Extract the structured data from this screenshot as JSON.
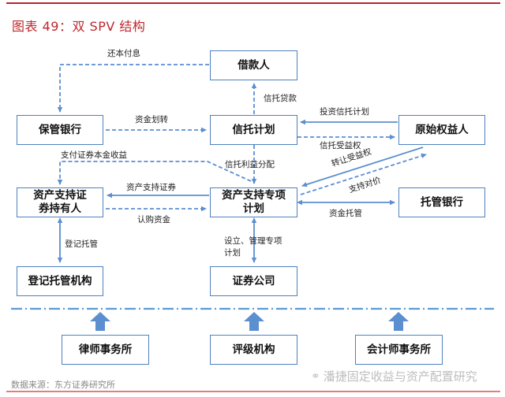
{
  "header": {
    "title": "图表 49：双 SPV 结构"
  },
  "nodes": {
    "borrower": "借款人",
    "custodian_bank": "保管银行",
    "trust_plan": "信托计划",
    "originator": "原始权益人",
    "abs_holders": "资产支持证券持有人",
    "abs_special_plan": "资产支持专项计划",
    "trustee_bank": "托管银行",
    "registry": "登记托管机构",
    "securities_firm": "证券公司",
    "law_firm": "律师事务所",
    "rating_agency": "评级机构",
    "accounting_firm": "会计师事务所"
  },
  "flows": {
    "repay_principal_interest": "还本付息",
    "fund_transfer": "资金划转",
    "trust_loan": "信托贷款",
    "invest_trust_plan": "投资信托计划",
    "trust_beneficial_rights": "信托受益权",
    "pay_abs_principal_income": "支付证券本金收益",
    "trust_income_distribution": "信托利益分配",
    "transfer_beneficial_rights": "转让受益权",
    "pay_consideration": "支持对价",
    "abs_securities": "资产支持证券",
    "subscription_funds": "认购资金",
    "fund_custody": "资金托管",
    "registration_custody": "登记托管",
    "establish_manage_plan": "设立、管理专项计划"
  },
  "colors": {
    "line": "#5b8fd0",
    "box_border": "#4f81bd",
    "title": "#c1272d"
  },
  "footer": {
    "source": "数据来源：东方证券研究所",
    "watermark": "潘捷固定收益与资产配置研究",
    "watermark_icon": "wechat-icon"
  }
}
